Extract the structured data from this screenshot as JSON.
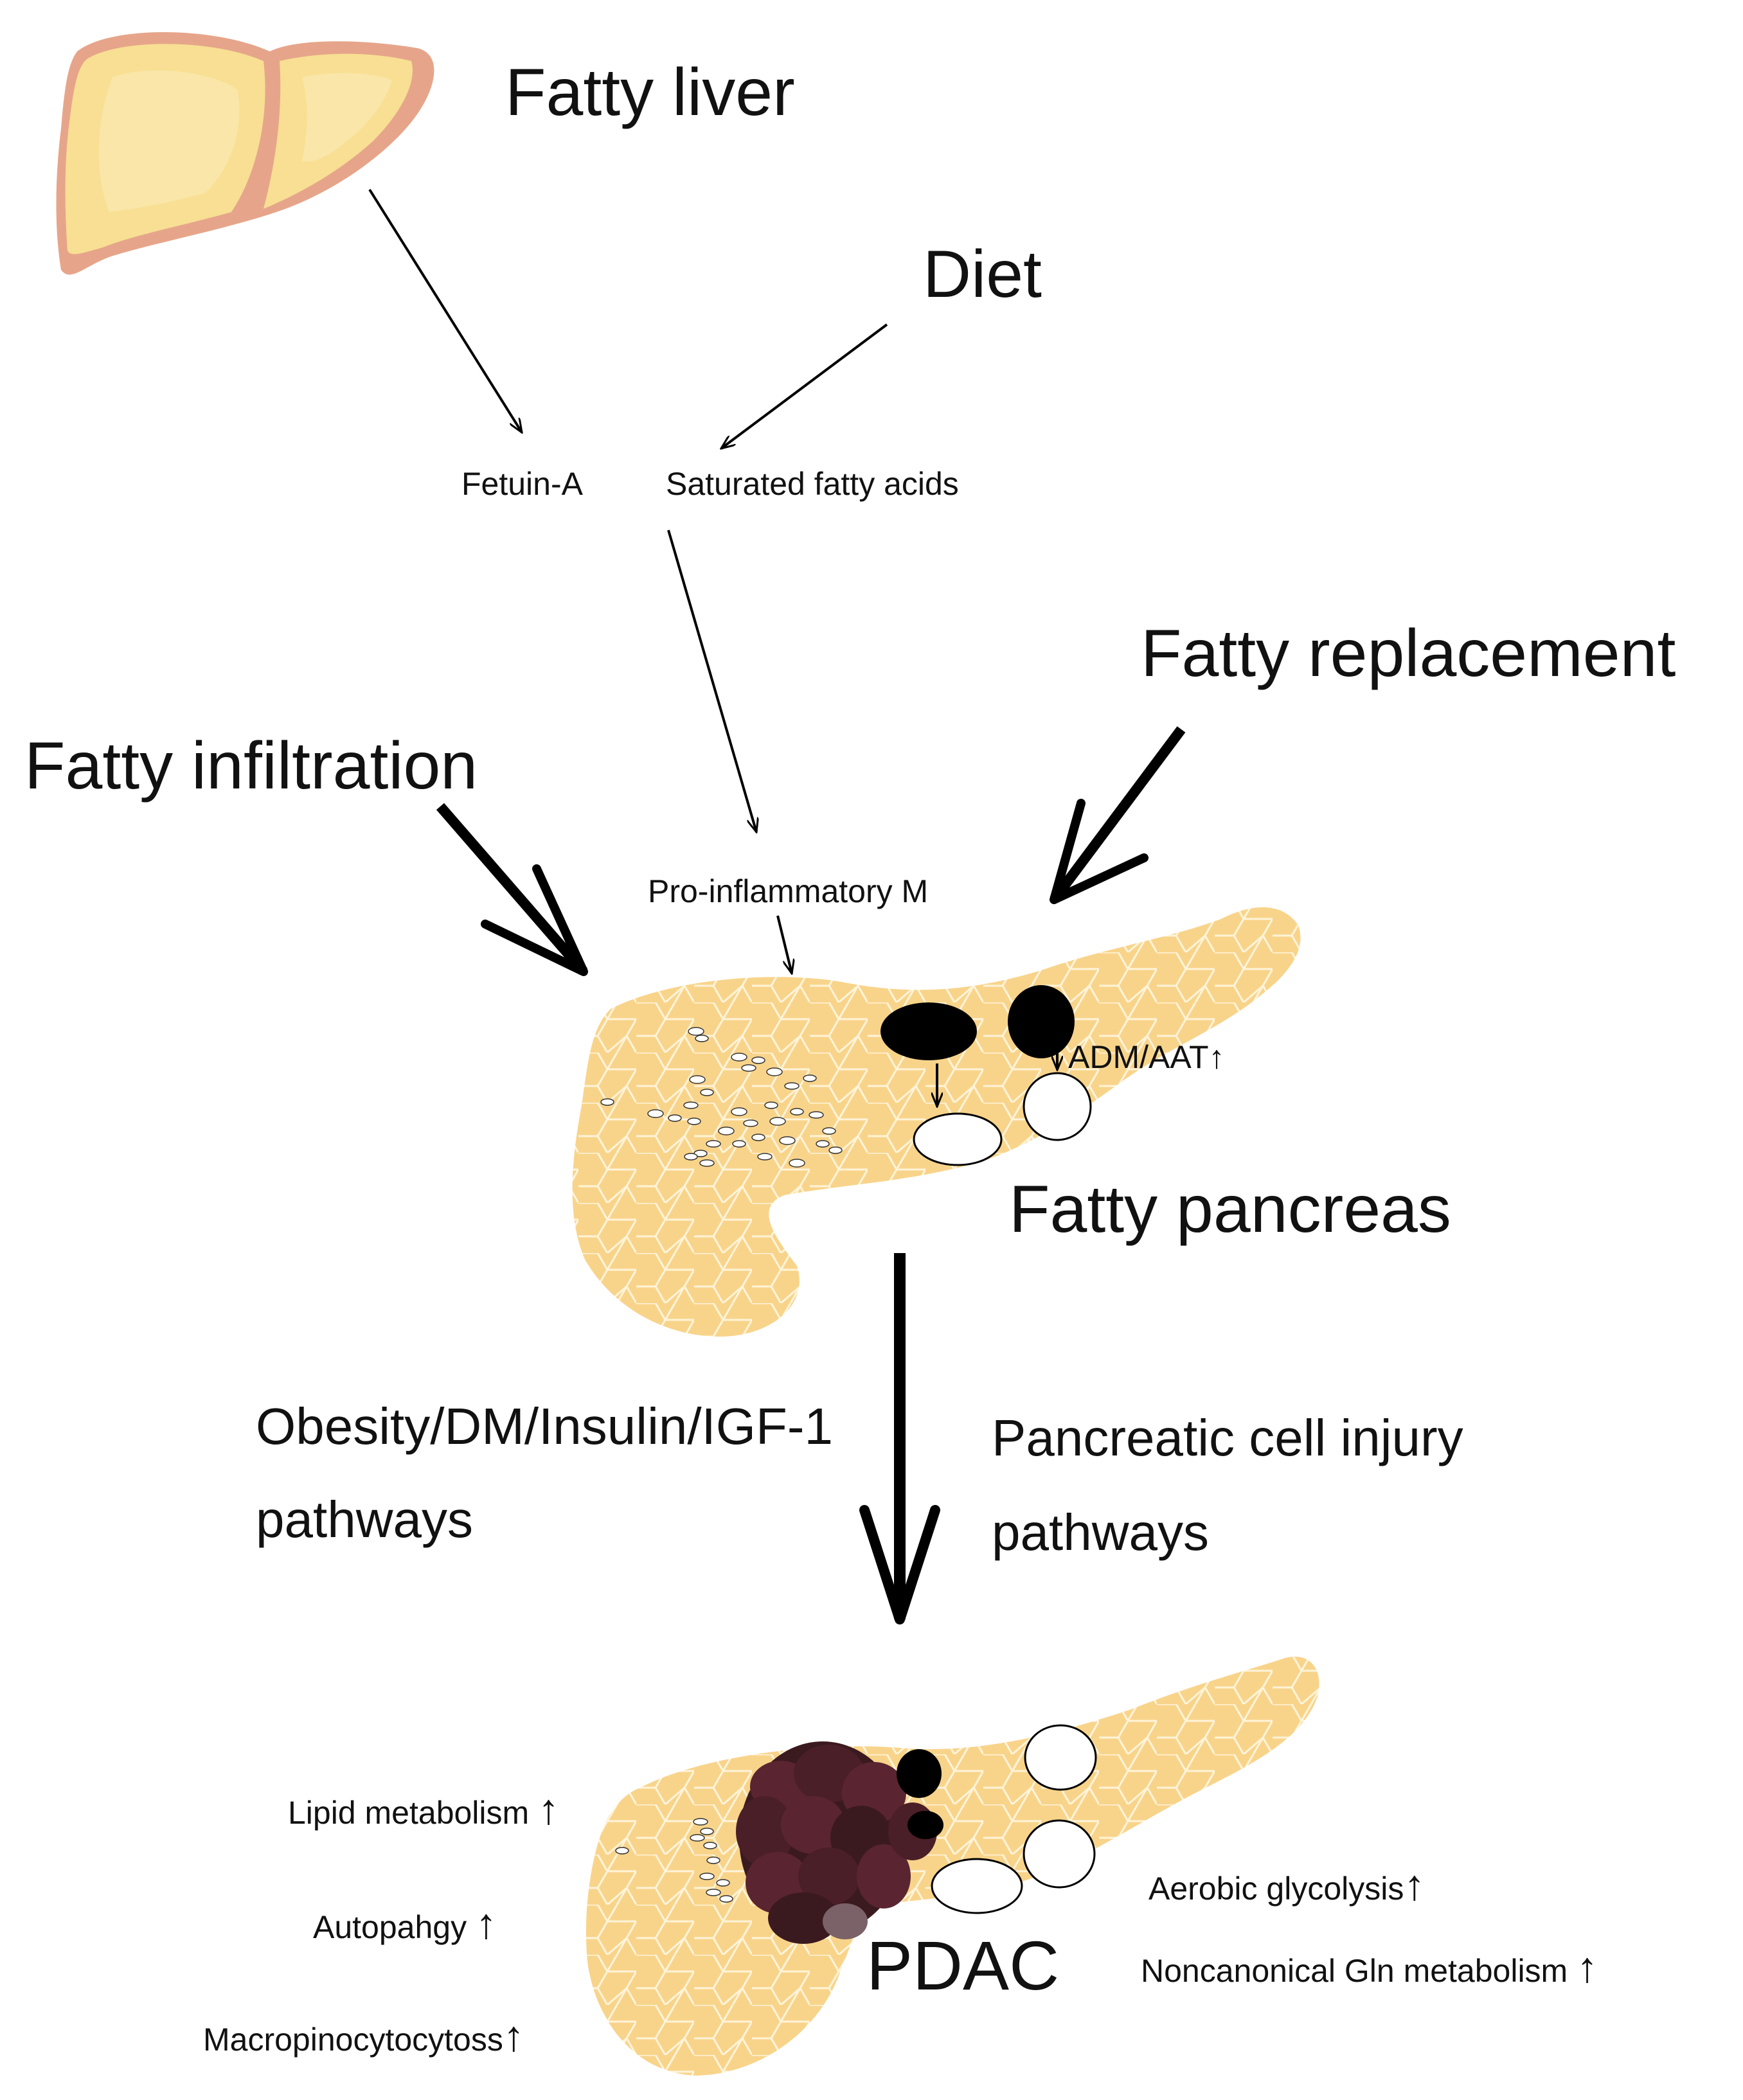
{
  "labels": {
    "fatty_liver": "Fatty liver",
    "diet": "Diet",
    "fetuin_a": "Fetuin-A",
    "saturated_fatty_acids": "Saturated fatty acids",
    "fatty_replacement": "Fatty replacement",
    "fatty_infiltration": "Fatty infiltration",
    "pro_inflammatory_m": "Pro-inflammatory M",
    "adm_aat": "ADM/AAT",
    "fatty_pancreas": "Fatty pancreas",
    "obesity_pathways_line1": "Obesity/DM/Insulin/IGF-1",
    "obesity_pathways_line2": "pathways",
    "injury_pathways_line1": "Pancreatic cell injury",
    "injury_pathways_line2": "pathways",
    "lipid_metabolism": "Lipid metabolism",
    "autophagy": "Autopahgy",
    "macropinocytosis": "Macropinocytocytoss",
    "pdac": "PDAC",
    "aerobic_glycolysis": "Aerobic glycolysis",
    "noncanonical_gln": "Noncanonical Gln metabolism"
  },
  "symbols": {
    "up_arrow": "↑"
  },
  "colors": {
    "pancreas_fill": "#f8d48b",
    "pancreas_cell_line": "#ffffff",
    "liver_fill": "#f8df93",
    "liver_inner": "#f9e3a0",
    "liver_outline": "#e6a58a",
    "tumor_dark": "#3b1a1f",
    "tumor_mid": "#5a2530",
    "tumor_light": "#7a6268",
    "black_cell": "#000000",
    "white_cell": "#ffffff",
    "arrow": "#000000"
  }
}
